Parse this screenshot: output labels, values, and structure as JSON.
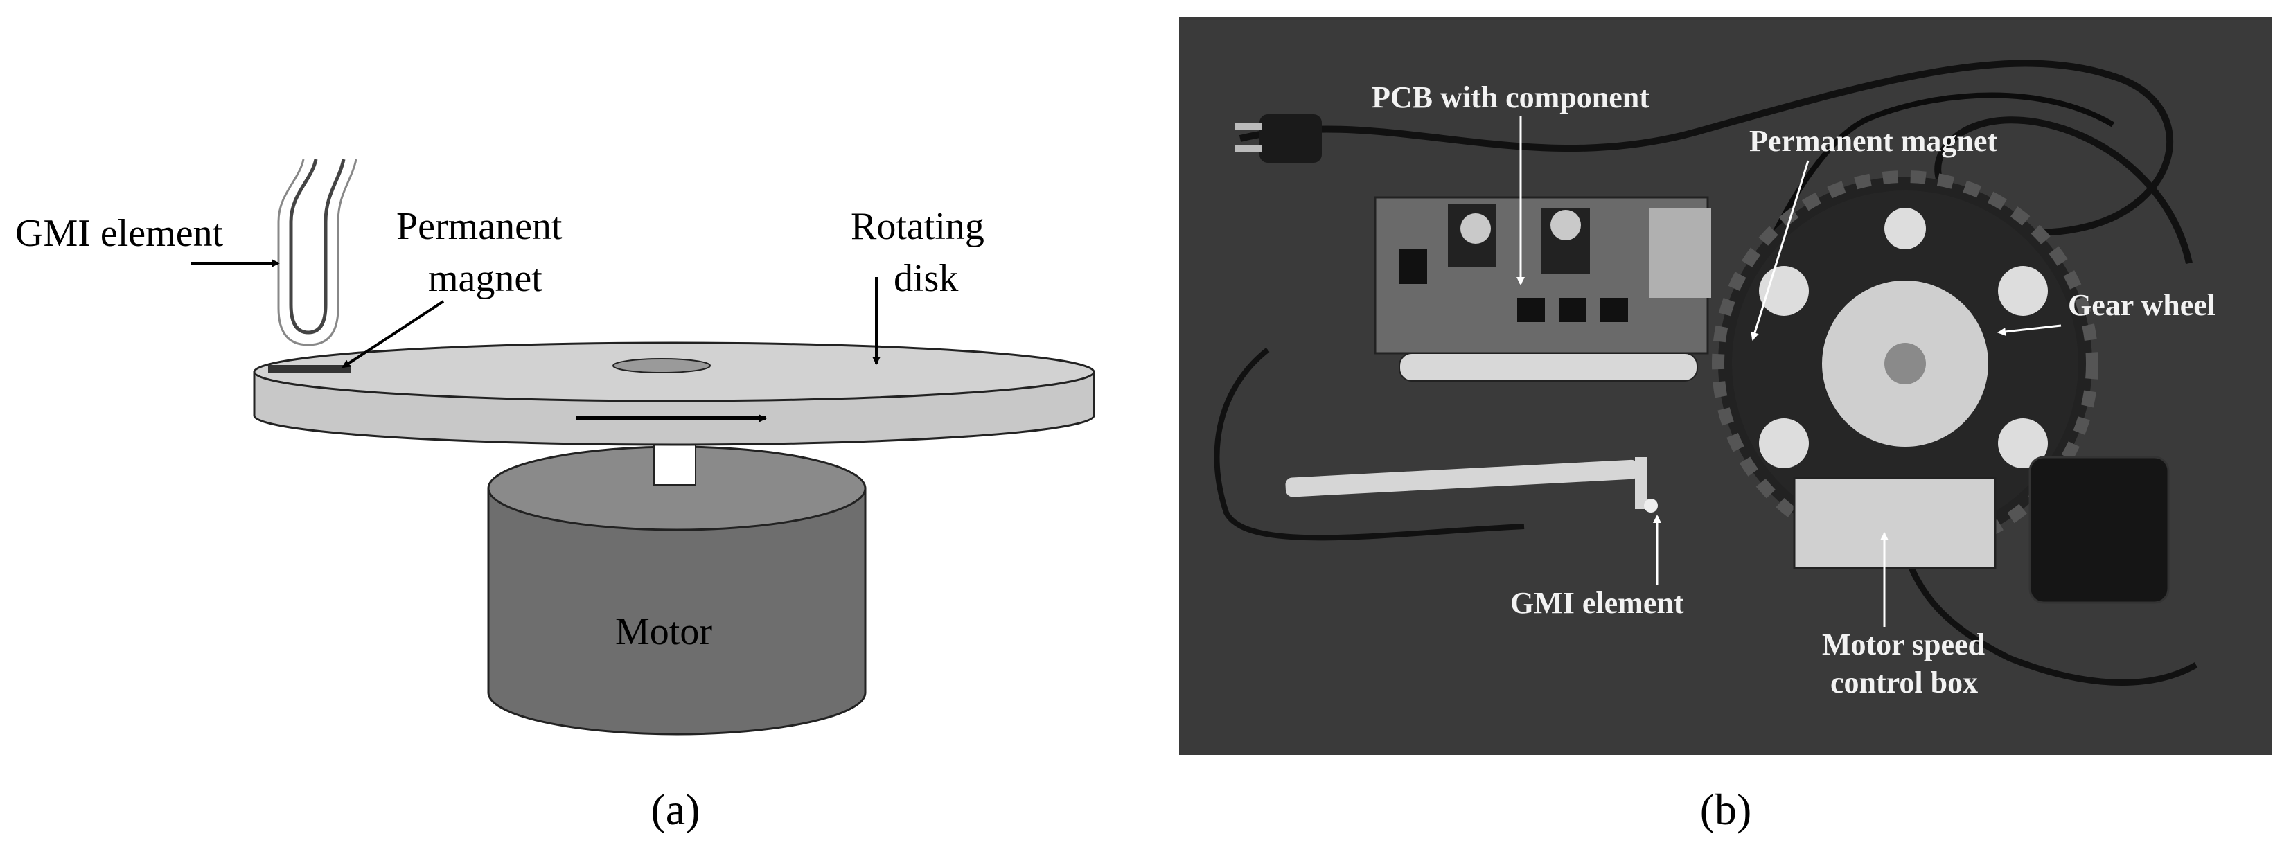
{
  "panel_a": {
    "labels": {
      "gmi_element": "GMI element",
      "permanent_magnet_1": "Permanent",
      "permanent_magnet_2": "magnet",
      "rotating_disk_1": "Rotating",
      "rotating_disk_2": "disk",
      "motor": "Motor"
    },
    "caption": "(a)"
  },
  "panel_b": {
    "labels": {
      "pcb": "PCB with component",
      "permanent_magnet": "Permanent magnet",
      "gear_wheel": "Gear wheel",
      "gmi_element": "GMI element",
      "motor_box_1": "Motor speed",
      "motor_box_2": "control box"
    },
    "caption": "(b)"
  },
  "colors": {
    "disk_fill": "#c8c8c8",
    "motor_fill": "#6e6e6e",
    "photo_bg": "#3a3a3a"
  }
}
